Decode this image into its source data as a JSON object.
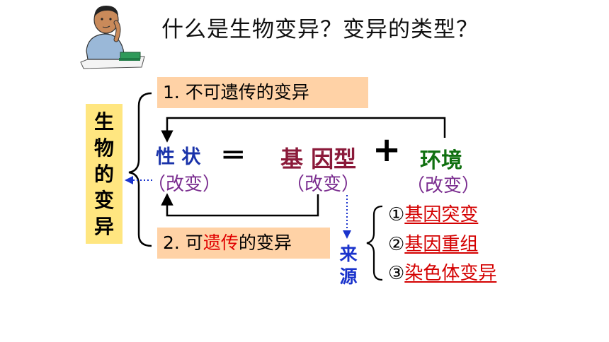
{
  "title": "什么是生物变异？变异的类型？",
  "side_label": [
    "生",
    "物",
    "的",
    "变",
    "异"
  ],
  "types": {
    "non_heritable": "1. 不可遗传的变异",
    "heritable_prefix": "2. 可",
    "heritable_highlight": "遗传",
    "heritable_suffix": "的变异"
  },
  "equation": {
    "trait": "性 状",
    "equals": "═",
    "genotype": "基 因型",
    "plus": "+",
    "environment": "环境",
    "change": "（改变）"
  },
  "source_label": [
    "来",
    "源"
  ],
  "sources": [
    {
      "marker": "①",
      "text": "基因突变"
    },
    {
      "marker": "②",
      "text": "基因重组"
    },
    {
      "marker": "③",
      "text": "染色体变异"
    }
  ],
  "colors": {
    "trait": "#1a33aa",
    "genotype": "#8b1a3a",
    "environment": "#107010",
    "change": "#7a2d8f",
    "highlight": "#e00000",
    "label_box": "#ffe680",
    "type_box": "#ffd2a6"
  }
}
